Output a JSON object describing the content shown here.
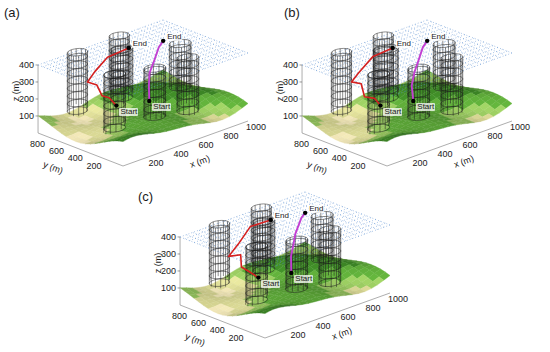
{
  "diagram": {
    "labels": [
      "(a)",
      "400",
      "300",
      "200",
      "100",
      "z (m)",
      "800",
      "600",
      "400",
      "200",
      "y (m)",
      "200",
      "400",
      "600",
      "800",
      "1000",
      "x (m)",
      "Start",
      "End",
      "Start",
      "End",
      "(b)",
      "400",
      "300",
      "200",
      "100",
      "z (m)",
      "800",
      "600",
      "400",
      "200",
      "y (m)",
      "200",
      "400",
      "600",
      "800",
      "1000",
      "x (m)",
      "Start",
      "End",
      "Start",
      "End",
      "(c)",
      "400",
      "300",
      "200",
      "100",
      "z (m)",
      "800",
      "600",
      "400",
      "200",
      "y (m)",
      "200",
      "400",
      "600",
      "800",
      "1000",
      "x (m)",
      "Start",
      "End",
      "Start",
      "End"
    ]
  }
}
